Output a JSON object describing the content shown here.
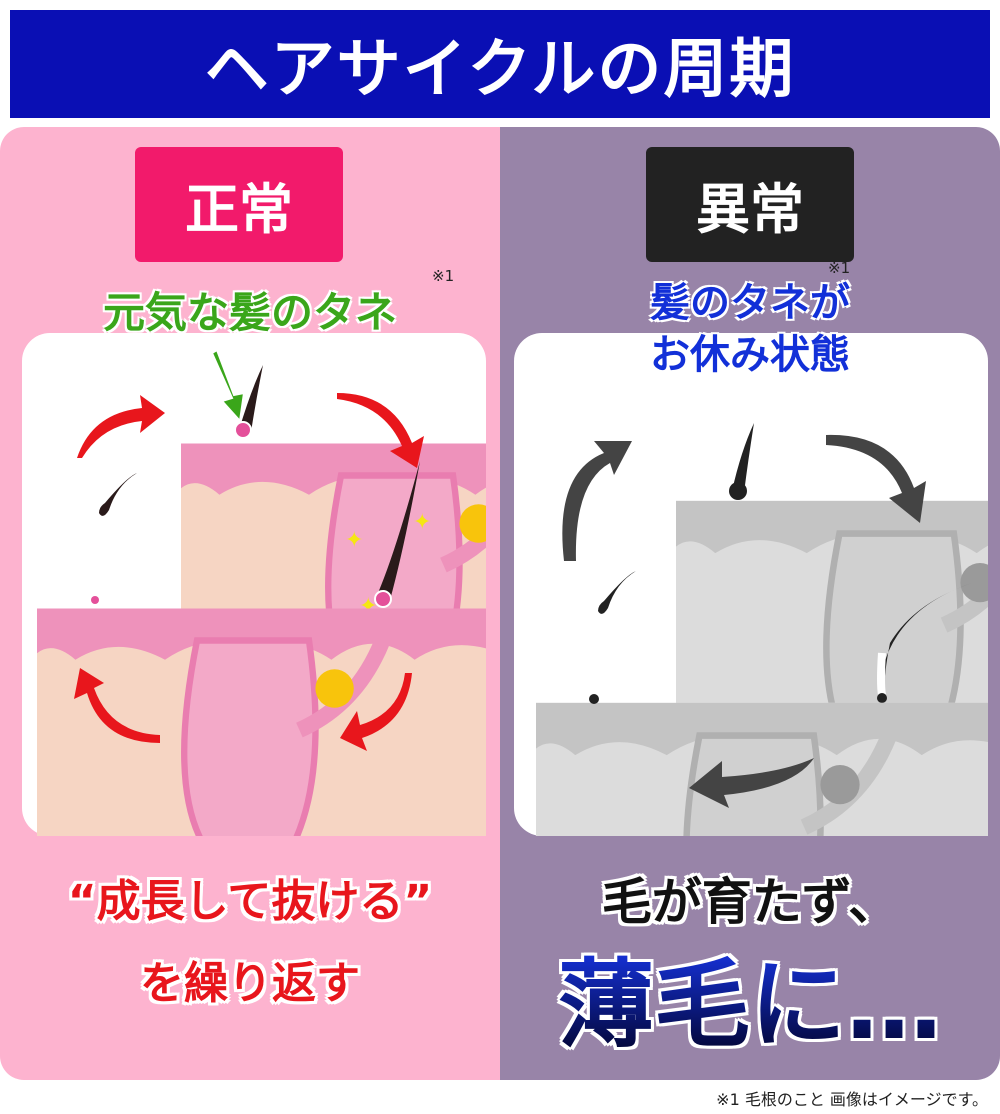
{
  "header": {
    "title": "ヘアサイクルの周期"
  },
  "normal": {
    "label": "正常",
    "note_mark": "※1",
    "caption": "元気な髪のタネ",
    "summary_line1": "“成長して抜ける”",
    "summary_line2": "を繰り返す"
  },
  "abnormal": {
    "label": "異常",
    "note_mark": "※1",
    "caption_line1": "髪のタネが",
    "caption_line2": "お休み状態",
    "summary_line1": "毛が育たず、",
    "summary_line2": "薄毛に…"
  },
  "footnote": "※1 毛根のこと 画像はイメージです。",
  "colors": {
    "header": "#0a0fb4",
    "normal_bg": "#fdb3cf",
    "abnormal_bg": "#9884a8",
    "arrow_red": "#e8161c",
    "arrow_grey": "#444444"
  }
}
